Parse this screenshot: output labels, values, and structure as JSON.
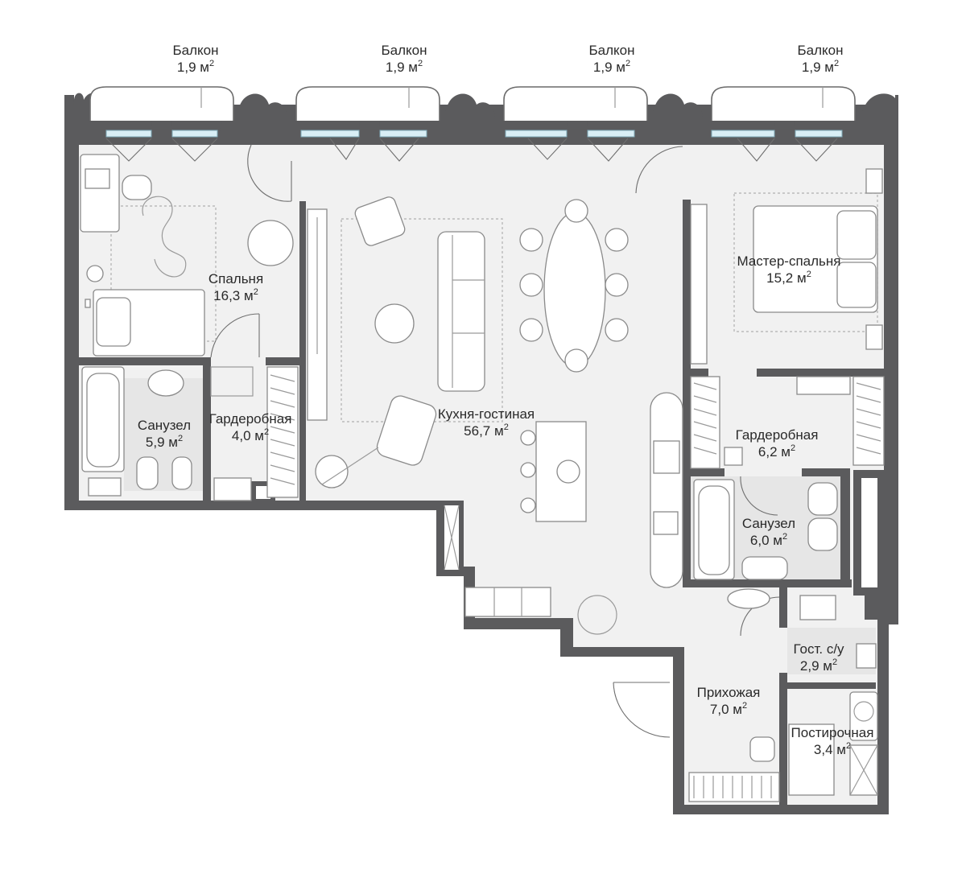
{
  "unit": "м",
  "unit_exp": "2",
  "balconies": [
    {
      "name": "Балкон",
      "area": "1,9"
    },
    {
      "name": "Балкон",
      "area": "1,9"
    },
    {
      "name": "Балкон",
      "area": "1,9"
    },
    {
      "name": "Балкон",
      "area": "1,9"
    }
  ],
  "rooms": {
    "bedroom": {
      "name": "Спальня",
      "area": "16,3"
    },
    "bathroom_left": {
      "name": "Санузел",
      "area": "5,9"
    },
    "wardrobe_left": {
      "name": "Гардеробная",
      "area": "4,0"
    },
    "kitchen_living": {
      "name": "Кухня-гостиная",
      "area": "56,7"
    },
    "master_bedroom": {
      "name": "Мастер-спальня",
      "area": "15,2"
    },
    "wardrobe_right": {
      "name": "Гардеробная",
      "area": "6,2"
    },
    "bathroom_right": {
      "name": "Санузел",
      "area": "6,0"
    },
    "guest_wc": {
      "name": "Гост. с/у",
      "area": "2,9"
    },
    "hallway": {
      "name": "Прихожая",
      "area": "7,0"
    },
    "laundry": {
      "name": "Постирочная",
      "area": "3,4"
    }
  }
}
